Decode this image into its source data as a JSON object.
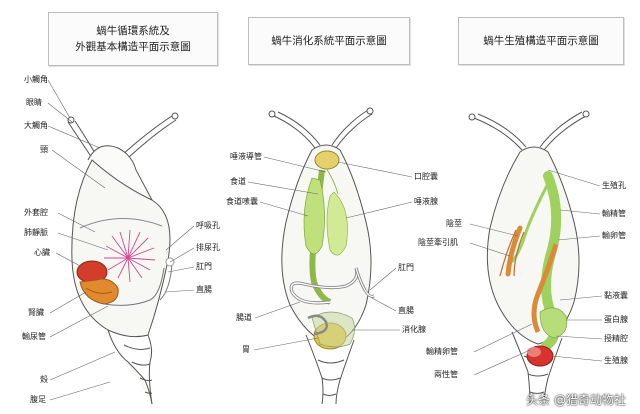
{
  "titles": {
    "left_line1": "蝸牛循環系統及",
    "left_line2": "外觀基本構造平面示意圖",
    "middle": "蝸牛消化系統平面示意圖",
    "right": "蝸牛生殖構造平面示意圖"
  },
  "labels": {
    "left": {
      "small_tentacle": "小觸角",
      "eye": "眼睛",
      "large_tentacle": "大觸角",
      "neck": "頸",
      "mantle_cavity": "外套腔",
      "pulmonary_vein": "肺靜脈",
      "heart": "心臟",
      "kidney": "腎臟",
      "ureter": "輸尿管",
      "shell": "殼",
      "foot": "腹足",
      "breathing_hole": "呼吸孔",
      "excretory_pore": "排尿孔",
      "anus": "肛門",
      "rectum": "直腸"
    },
    "middle": {
      "salivary_duct": "唾液導管",
      "esophagus": "食道",
      "crop": "食道嗉囊",
      "intestine": "腸道",
      "stomach": "胃",
      "buccal_mass": "口腔囊",
      "salivary_gland": "唾液腺",
      "anus": "肛門",
      "rectum": "直腸",
      "digestive_gland": "消化腺"
    },
    "right": {
      "dart_sac": "陰莖",
      "retractor": "陰莖牽引肌",
      "oviduct_long": "輸精卵管",
      "genital_pore": "生殖孔",
      "vas_deferens": "輸精管",
      "oviduct": "輸卵管",
      "mucous_gland": "黏液囊",
      "albumen_gland": "蛋白腺",
      "seminal_receptacle": "授精腔",
      "gonad": "生殖腺",
      "hermaphrodite_duct": "兩性管"
    }
  },
  "watermark": "头条 @猎奇动物社",
  "colors": {
    "outline": "#555555",
    "shell_fill": "#f7f7f4",
    "gill_pink": "#d24a8f",
    "heart_red": "#d43d2a",
    "kidney_orange": "#e2892f",
    "digestive_green": "#a9d35a",
    "digestive_yellow": "#e4d16a",
    "stomach_yellow": "#e9c845",
    "repro_green": "#9ed15e",
    "repro_orange": "#d98b3a",
    "gonad_red": "#d8332c"
  }
}
